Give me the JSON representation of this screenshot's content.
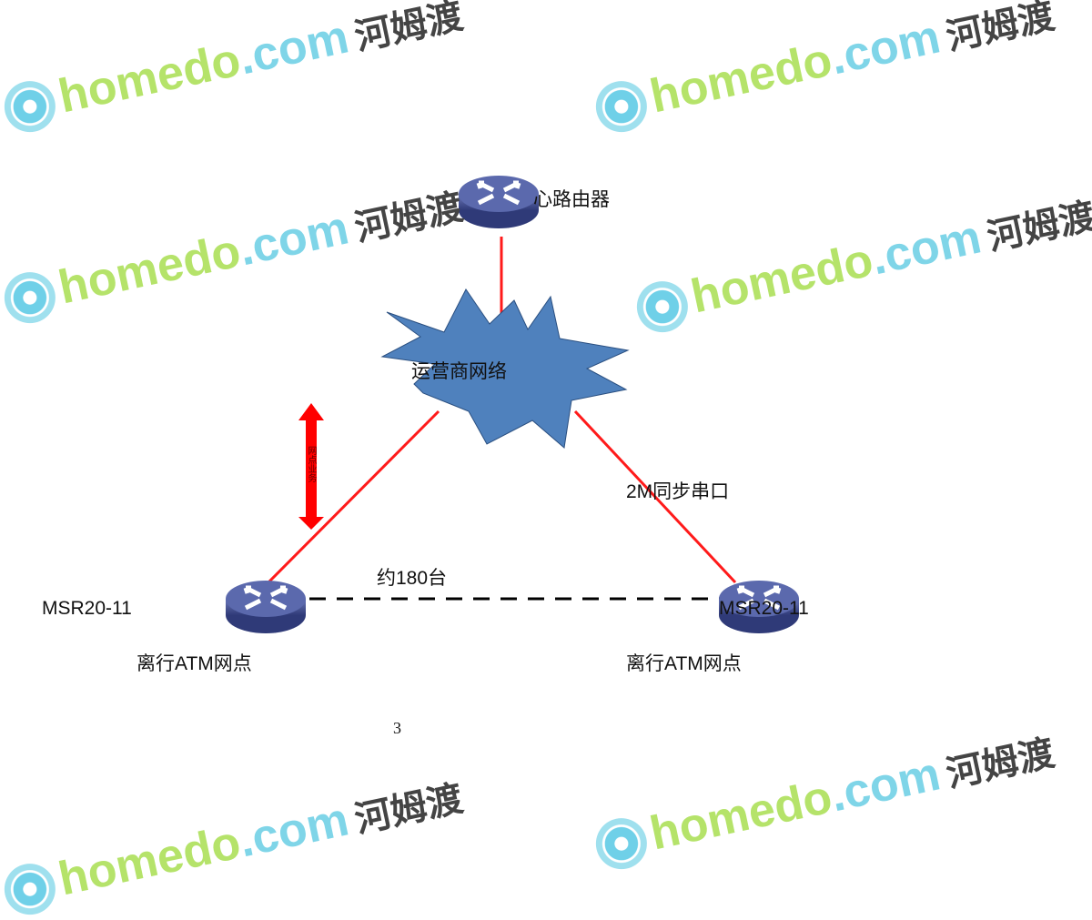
{
  "watermark": {
    "brand": "homedo",
    "domain": ".com",
    "chinese": "河姆渡"
  },
  "labels": {
    "core_router": "心路由器",
    "cloud": "运营商网络",
    "arrow_text": "网点业务",
    "link": "2M同步串口",
    "count": "约180台",
    "left_model": "MSR20-11",
    "right_model": "MSR20-11",
    "left_site": "离行ATM网点",
    "right_site": "离行ATM网点",
    "page_number": "3"
  },
  "colors": {
    "link": "#ff1a1a",
    "cloud": "#4f81bd",
    "router": "#4a5a9a"
  }
}
